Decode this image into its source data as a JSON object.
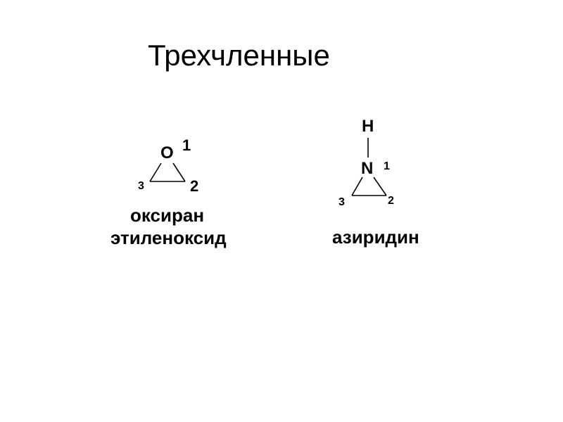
{
  "title": "Трехчленные",
  "molecules": [
    {
      "heteroatom": "O",
      "locants": {
        "heteroatom": "1",
        "right": "2",
        "left": "3"
      },
      "names": [
        "оксиран",
        "этиленоксид"
      ]
    },
    {
      "hydrogen": "H",
      "heteroatom": "N",
      "locants": {
        "heteroatom": "1",
        "right": "2",
        "left": "3"
      },
      "names": [
        "азиридин"
      ]
    }
  ]
}
